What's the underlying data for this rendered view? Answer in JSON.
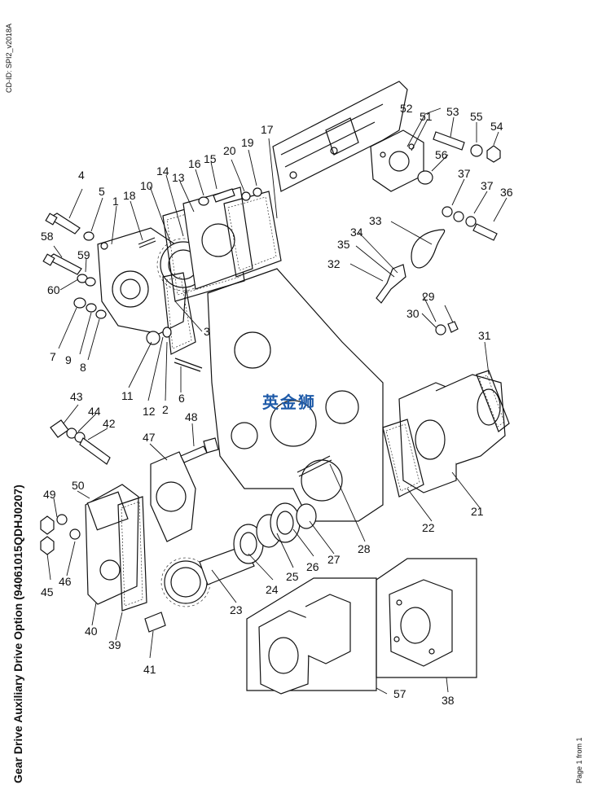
{
  "header": {
    "cd_id": "CD-ID: SPI2_v2018A"
  },
  "title": "Gear Drive Auxiliary Drive Option (94061015QDHJ0207)",
  "footer": {
    "page": "Page 1 from 1"
  },
  "watermark": "英金狮",
  "labels": [
    "1",
    "2",
    "3",
    "4",
    "5",
    "6",
    "7",
    "8",
    "9",
    "10",
    "11",
    "12",
    "13",
    "14",
    "15",
    "16",
    "17",
    "18",
    "19",
    "20",
    "21",
    "22",
    "23",
    "24",
    "25",
    "26",
    "27",
    "28",
    "29",
    "30",
    "31",
    "32",
    "33",
    "34",
    "35",
    "36",
    "37",
    "37b",
    "38",
    "39",
    "40",
    "41",
    "42",
    "43",
    "44",
    "45",
    "46",
    "47",
    "48",
    "49",
    "50",
    "51",
    "52",
    "53",
    "54",
    "55",
    "56",
    "57",
    "58",
    "59",
    "60"
  ],
  "label_text": {
    "1": "1",
    "2": "2",
    "3": "3",
    "4": "4",
    "5": "5",
    "6": "6",
    "7": "7",
    "8": "8",
    "9": "9",
    "10": "10",
    "11": "11",
    "12": "12",
    "13": "13",
    "14": "14",
    "15": "15",
    "16": "16",
    "17": "17",
    "18": "18",
    "19": "19",
    "20": "20",
    "21": "21",
    "22": "22",
    "23": "23",
    "24": "24",
    "25": "25",
    "26": "26",
    "27": "27",
    "28": "28",
    "29": "29",
    "30": "30",
    "31": "31",
    "32": "32",
    "33": "33",
    "34": "34",
    "35": "35",
    "36": "36",
    "37": "37",
    "37b": "37",
    "38": "38",
    "39": "39",
    "40": "40",
    "41": "41",
    "42": "42",
    "43": "43",
    "44": "44",
    "45": "45",
    "46": "46",
    "47": "47",
    "48": "48",
    "49": "49",
    "50": "50",
    "51": "51",
    "52": "52",
    "53": "53",
    "54": "54",
    "55": "55",
    "56": "56",
    "57": "57",
    "58": "58",
    "59": "59",
    "60": "60"
  }
}
